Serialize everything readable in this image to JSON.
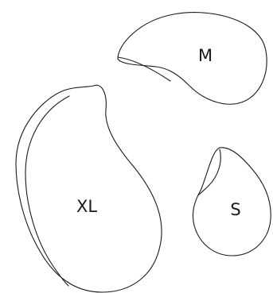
{
  "diagram": {
    "shapes": [
      {
        "id": "m",
        "label": "M"
      },
      {
        "id": "xl",
        "label": "XL"
      },
      {
        "id": "s",
        "label": "S"
      }
    ],
    "colors": {
      "stroke": "#1a1a1a",
      "fill": "#ffffff",
      "background": "#ffffff"
    }
  }
}
